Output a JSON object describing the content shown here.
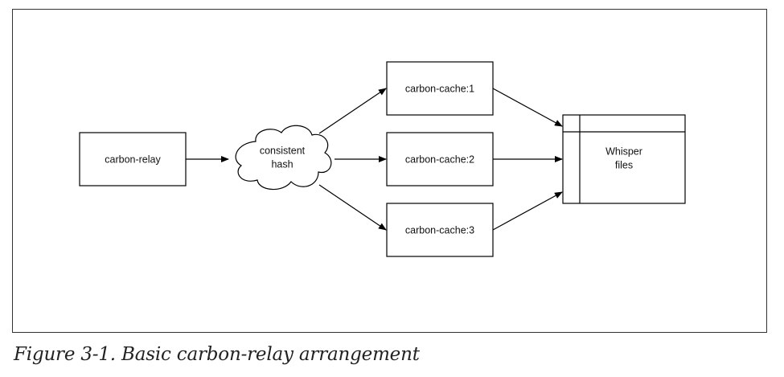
{
  "diagram": {
    "nodes": {
      "relay": "carbon-relay",
      "hash_line1": "consistent",
      "hash_line2": "hash",
      "cache1": "carbon-cache:1",
      "cache2": "carbon-cache:2",
      "cache3": "carbon-cache:3",
      "whisper_line1": "Whisper",
      "whisper_line2": "files"
    }
  },
  "caption": "Figure 3-1. Basic carbon-relay arrangement",
  "colors": {
    "stroke": "#000000",
    "text": "#111111",
    "frame": "#333333"
  }
}
